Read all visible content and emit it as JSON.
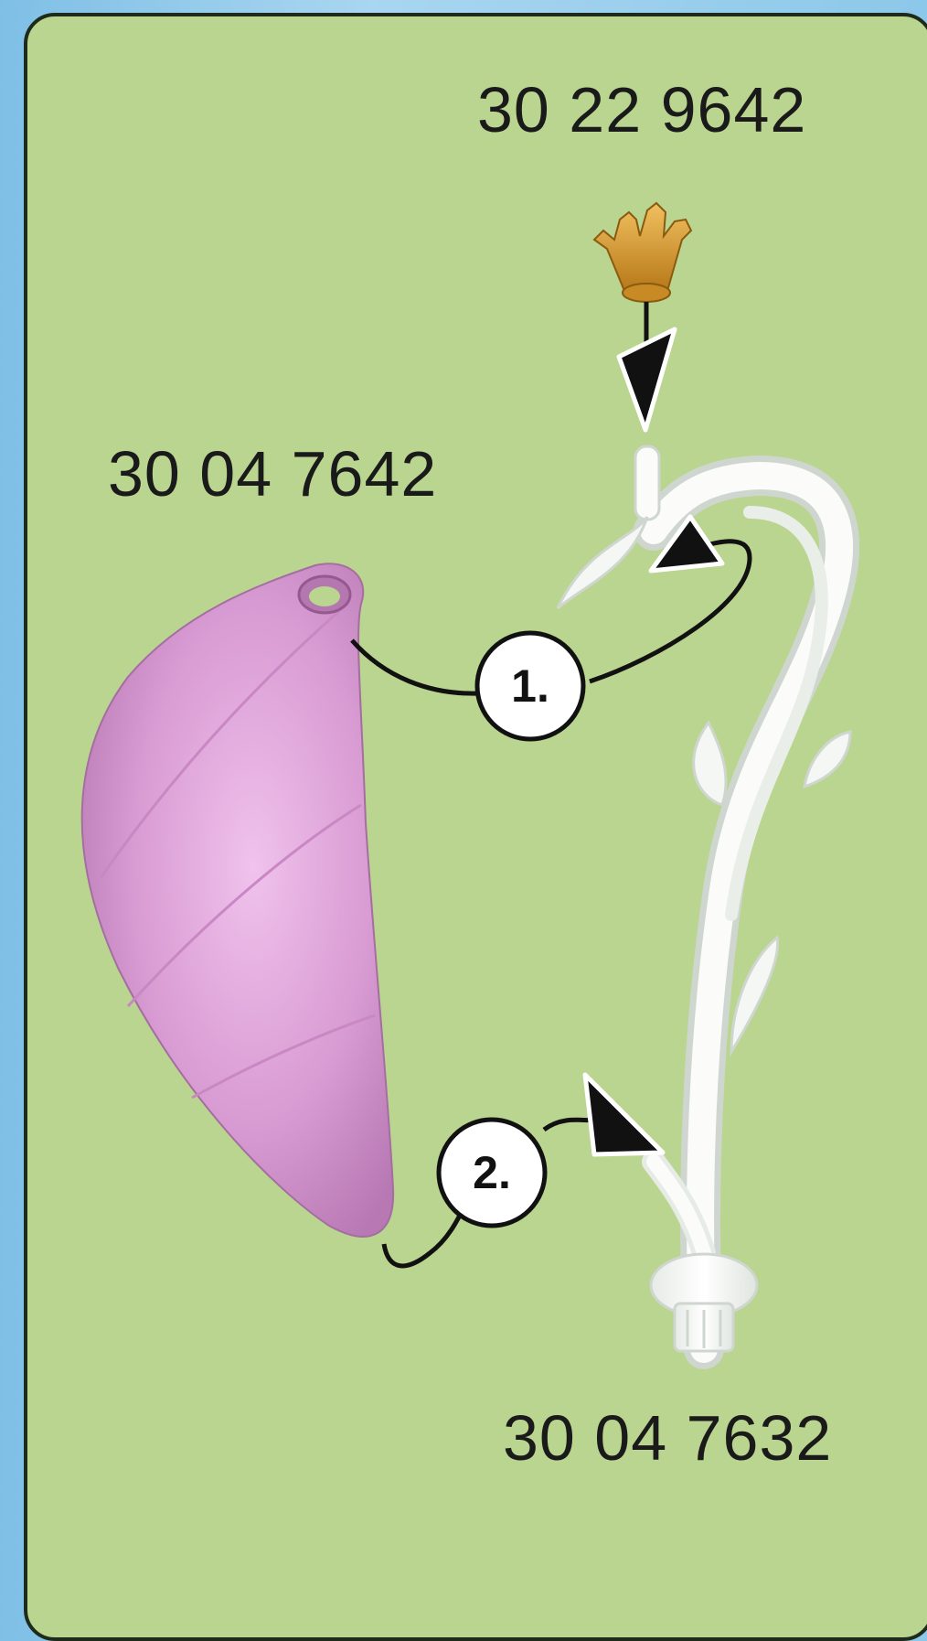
{
  "parts": [
    {
      "id": "crown",
      "number": "30 22 9642",
      "color": "#d89a30"
    },
    {
      "id": "petal",
      "number": "30 04 7642",
      "color": "#d99ad0"
    },
    {
      "id": "stem",
      "number": "30 04 7632",
      "color": "#f6f8f4"
    }
  ],
  "steps": [
    "1.",
    "2."
  ]
}
